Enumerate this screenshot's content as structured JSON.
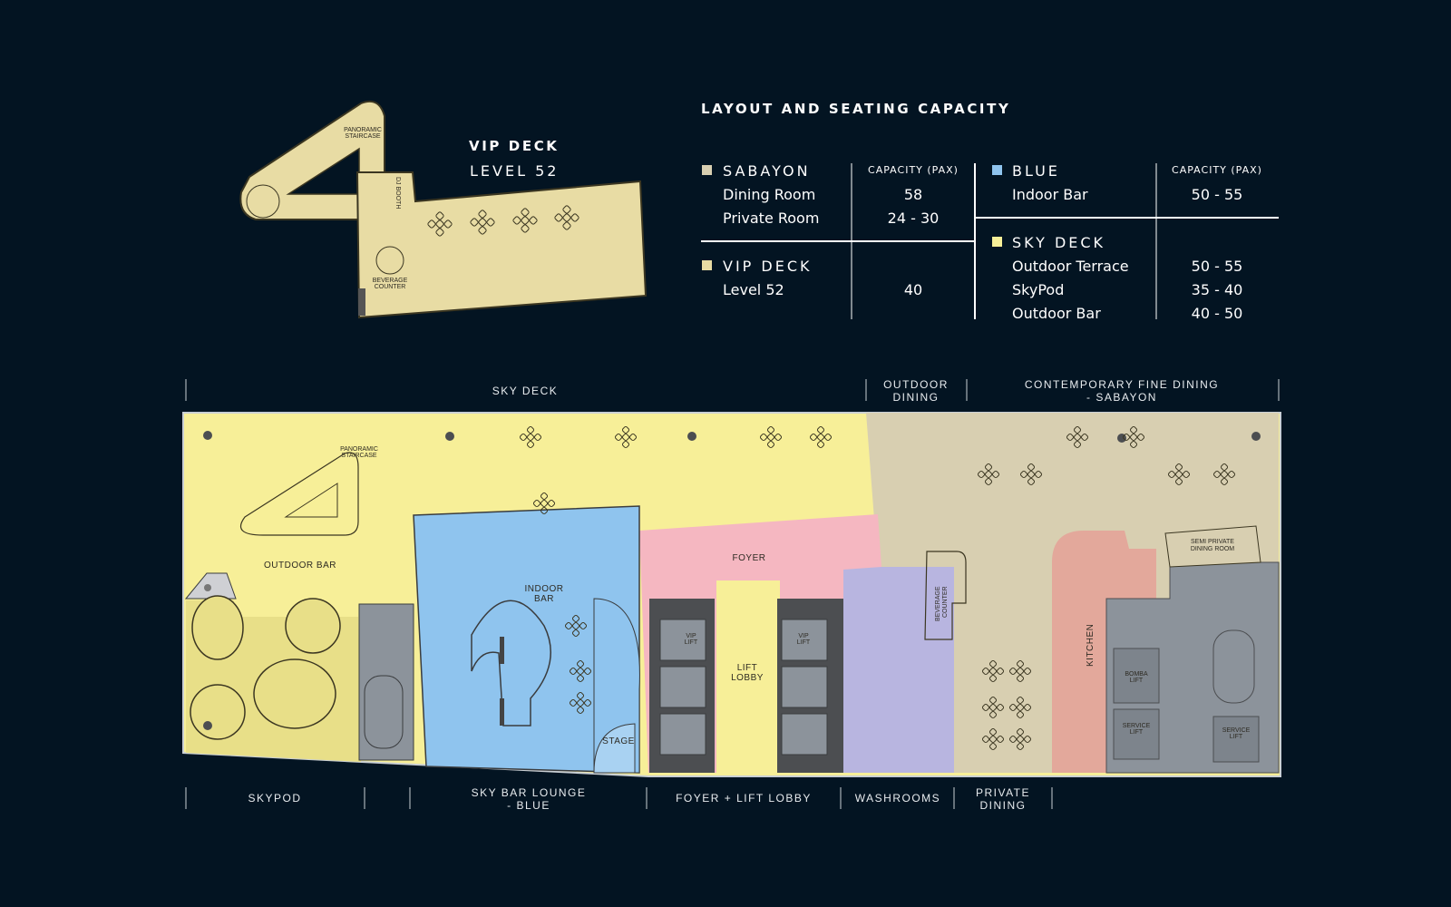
{
  "colors": {
    "background": "#031422",
    "sabayon": "#d8cfb1",
    "vip_deck": "#e8dca4",
    "blue": "#8fc4ee",
    "sky_deck": "#f7ef98",
    "foyer": "#f5b7c1",
    "washrooms": "#b8b5e0",
    "kitchen": "#e3a89b",
    "services": "#8c939b",
    "lift_core": "#4c4e51"
  },
  "vip_deck": {
    "title": "VIP DECK",
    "subtitle": "LEVEL 52",
    "labels": {
      "staircase_1": "PANORAMIC",
      "staircase_2": "STAIRCASE",
      "dj_booth": "DJ BOOTH",
      "beverage_1": "BEVERAGE",
      "beverage_2": "COUNTER"
    }
  },
  "capacity_table": {
    "title": "LAYOUT AND SEATING CAPACITY",
    "capacity_header": "CAPACITY (PAX)",
    "sabayon": {
      "name": "SABAYON",
      "rows": [
        {
          "label": "Dining Room",
          "value": "58"
        },
        {
          "label": "Private Room",
          "value": "24 - 30"
        }
      ]
    },
    "vip_deck": {
      "name": "VIP DECK",
      "rows": [
        {
          "label": "Level 52",
          "value": "40"
        }
      ]
    },
    "blue": {
      "name": "BLUE",
      "rows": [
        {
          "label": "Indoor Bar",
          "value": "50 - 55"
        }
      ]
    },
    "sky_deck": {
      "name": "SKY DECK",
      "rows": [
        {
          "label": "Outdoor Terrace",
          "value": "50 - 55"
        },
        {
          "label": "SkyPod",
          "value": "35 - 40"
        },
        {
          "label": "Outdoor Bar",
          "value": "40 - 50"
        }
      ]
    }
  },
  "floor_plan": {
    "top_zones": {
      "sky_deck": "SKY DECK",
      "outdoor_dining_1": "OUTDOOR",
      "outdoor_dining_2": "DINING",
      "sabayon_1": "CONTEMPORARY FINE DINING",
      "sabayon_2": "- SABAYON"
    },
    "bottom_zones": {
      "skypod": "SKYPOD",
      "blue_1": "SKY BAR LOUNGE",
      "blue_2": "- BLUE",
      "foyer": "FOYER + LIFT LOBBY",
      "washrooms": "WASHROOMS",
      "private_1": "PRIVATE",
      "private_2": "DINING"
    },
    "rooms": {
      "staircase_1": "PANORAMIC",
      "staircase_2": "STAIRCASE",
      "outdoor_bar": "OUTDOOR BAR",
      "indoor_bar_1": "INDOOR",
      "indoor_bar_2": "BAR",
      "stage": "STAGE",
      "foyer": "FOYER",
      "lift_lobby_1": "LIFT",
      "lift_lobby_2": "LOBBY",
      "vip_lift_1": "VIP",
      "vip_lift_2": "LIFT",
      "beverage_1": "BEVERAGE",
      "beverage_2": "COUNTER",
      "kitchen": "KITCHEN",
      "semi_private_1": "SEMI PRIVATE",
      "semi_private_2": "DINING ROOM",
      "bomba_1": "BOMBA",
      "bomba_2": "LIFT",
      "service_1": "SERVICE",
      "service_2": "LIFT"
    }
  }
}
